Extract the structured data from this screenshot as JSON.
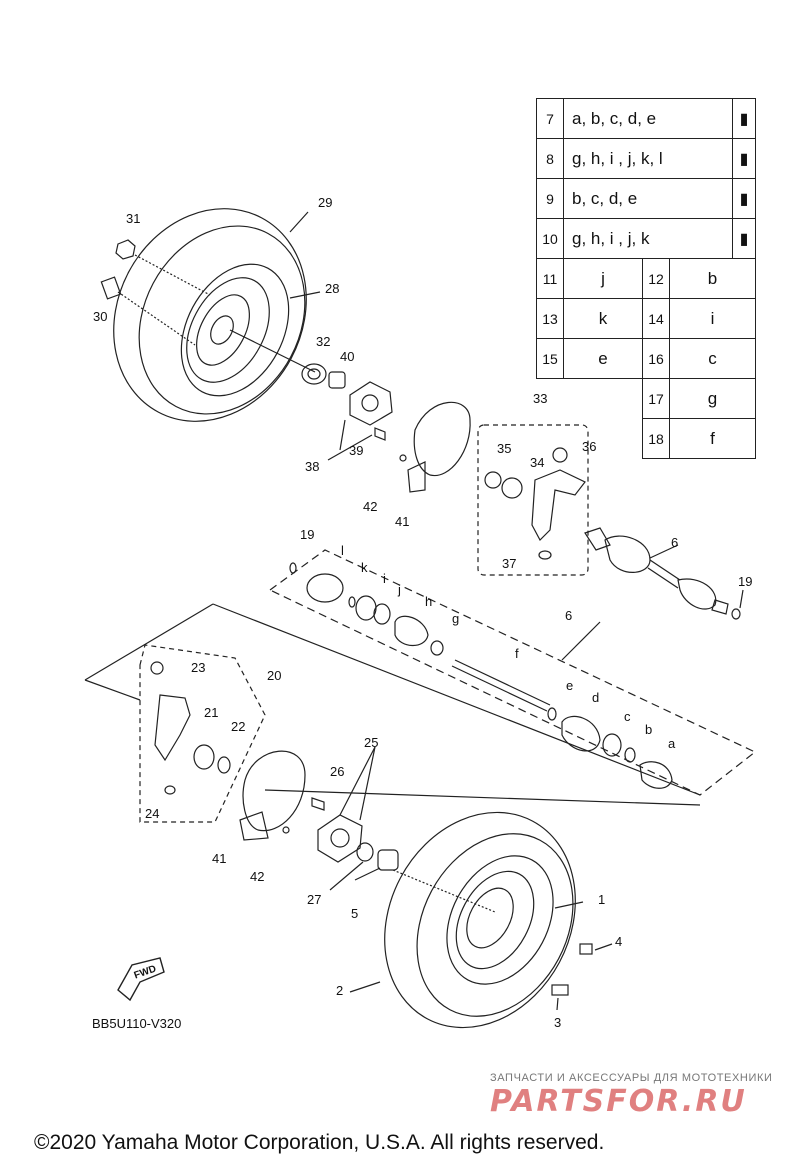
{
  "table": {
    "rows": [
      {
        "n": "7",
        "v": "a, b, c, d, e"
      },
      {
        "n": "8",
        "v": "g, h, i , j, k, l"
      },
      {
        "n": "9",
        "v": "b, c, d, e"
      },
      {
        "n": "10",
        "v": "g, h, i , j, k"
      }
    ],
    "pairs": [
      [
        {
          "n": "11",
          "v": "j"
        },
        {
          "n": "12",
          "v": "b"
        }
      ],
      [
        {
          "n": "13",
          "v": "k"
        },
        {
          "n": "14",
          "v": "i"
        }
      ],
      [
        {
          "n": "15",
          "v": "e"
        },
        {
          "n": "16",
          "v": "c"
        }
      ],
      [
        {
          "n": "",
          "v": ""
        },
        {
          "n": "17",
          "v": "g"
        }
      ],
      [
        {
          "n": "",
          "v": ""
        },
        {
          "n": "18",
          "v": "f"
        }
      ]
    ]
  },
  "callouts": {
    "n1": "1",
    "n2": "2",
    "n3": "3",
    "n4": "4",
    "n5": "5",
    "n6a": "6",
    "n6b": "6",
    "n19a": "19",
    "n19b": "19",
    "n20": "20",
    "n21": "21",
    "n22": "22",
    "n23": "23",
    "n24": "24",
    "n25": "25",
    "n26": "26",
    "n27": "27",
    "n28": "28",
    "n29": "29",
    "n30": "30",
    "n31": "31",
    "n32": "32",
    "n33": "33",
    "n34": "34",
    "n35": "35",
    "n36": "36",
    "n37": "37",
    "n38": "38",
    "n39": "39",
    "n40": "40",
    "n41a": "41",
    "n41b": "41",
    "n42a": "42",
    "n42b": "42"
  },
  "letters": {
    "a": "a",
    "b": "b",
    "c": "c",
    "d": "d",
    "e": "e",
    "f": "f",
    "g": "g",
    "h": "h",
    "i": "i",
    "j": "j",
    "k": "k",
    "l": "l"
  },
  "fwd_label": "FWD",
  "diagram_code": "BB5U110-V320",
  "watermark_line": "ЗАПЧАСТИ И АКСЕССУАРЫ ДЛЯ МОТОТЕХНИКИ",
  "watermark_brand": "PARTSFOR.RU",
  "copyright": "©2020 Yamaha Motor Corporation, U.S.A. All rights reserved."
}
